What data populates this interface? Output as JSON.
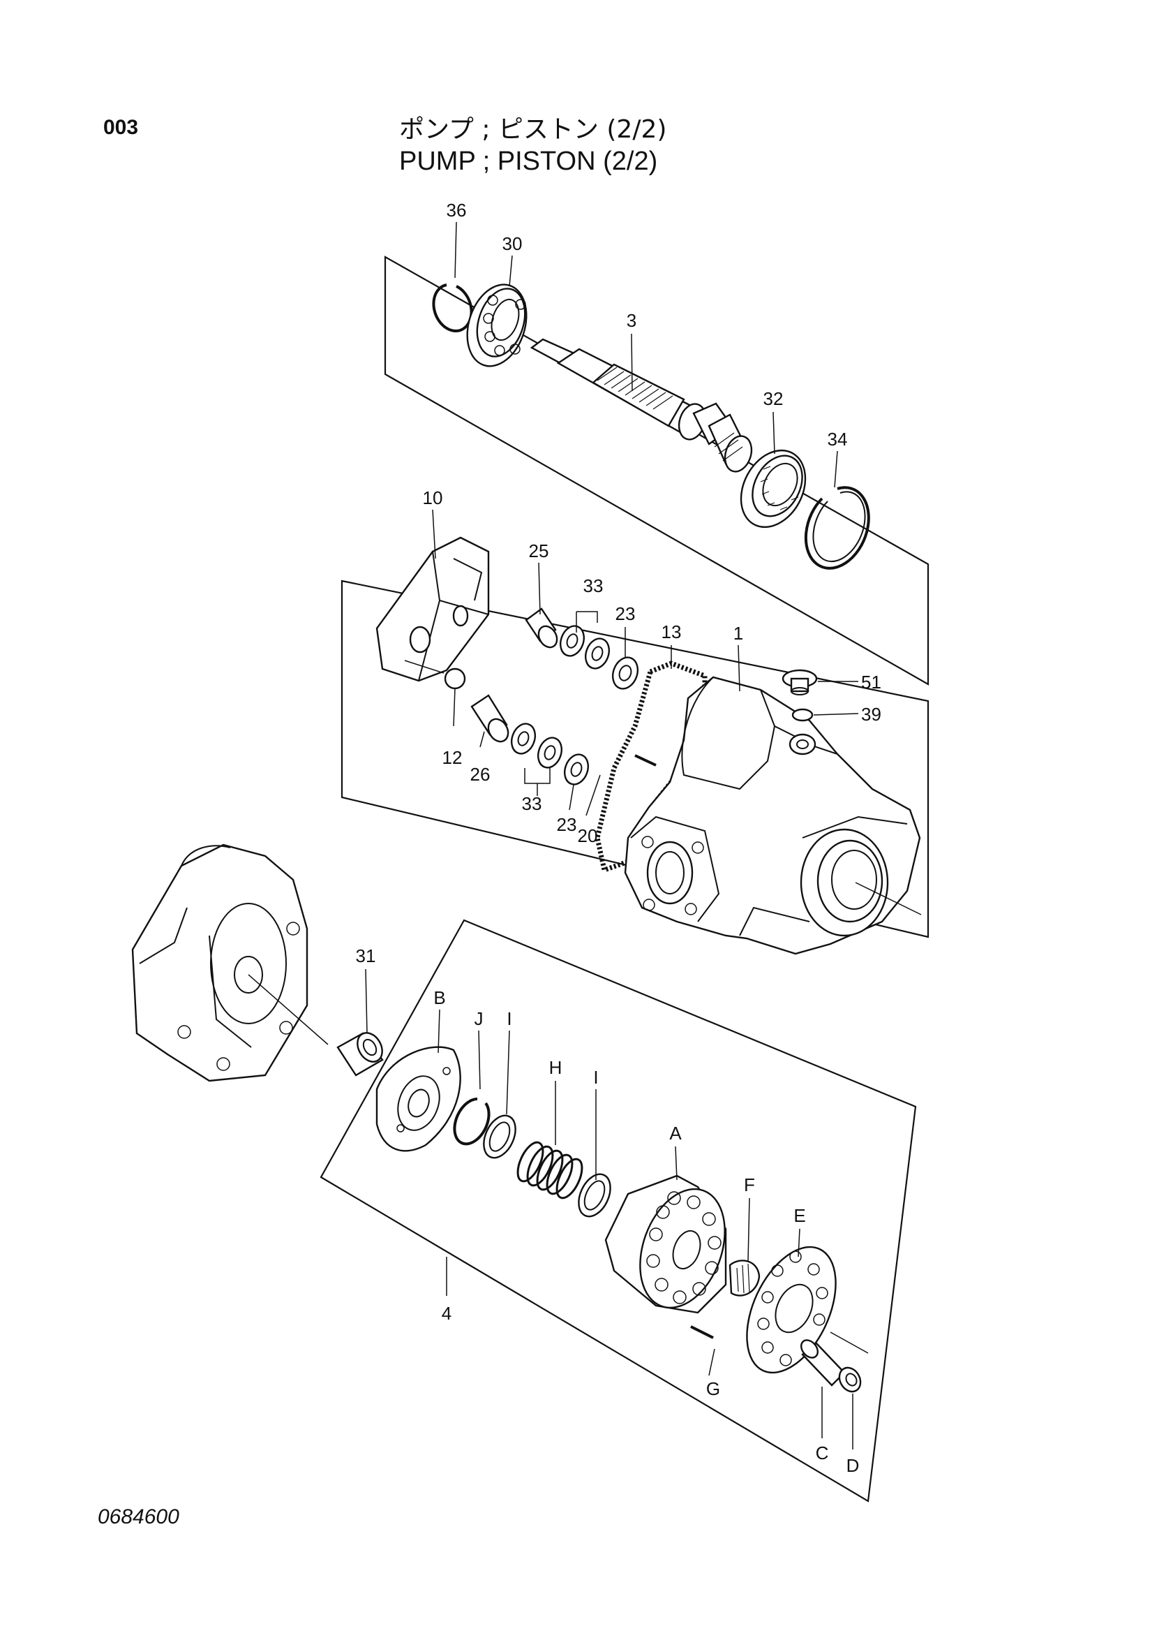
{
  "header": {
    "page_code": "003",
    "title_jp": "ポンプ ; ピストン (2/2)",
    "title_en": "PUMP ; PISTON (2/2)"
  },
  "footer": {
    "drawing_number": "0684600"
  },
  "callouts": {
    "c36": "36",
    "c30": "30",
    "c3": "3",
    "c32": "32",
    "c34": "34",
    "c10": "10",
    "c25": "25",
    "c33a": "33",
    "c23a": "23",
    "c13": "13",
    "c1": "1",
    "c51": "51",
    "c39": "39",
    "c12": "12",
    "c26": "26",
    "c33b": "33",
    "c23b": "23",
    "c20": "20",
    "c31": "31",
    "cB": "B",
    "cJ": "J",
    "cI1": "I",
    "cH": "H",
    "cI2": "I",
    "cA": "A",
    "cF": "F",
    "cE": "E",
    "c4": "4",
    "cG": "G",
    "cC": "C",
    "cD": "D"
  }
}
